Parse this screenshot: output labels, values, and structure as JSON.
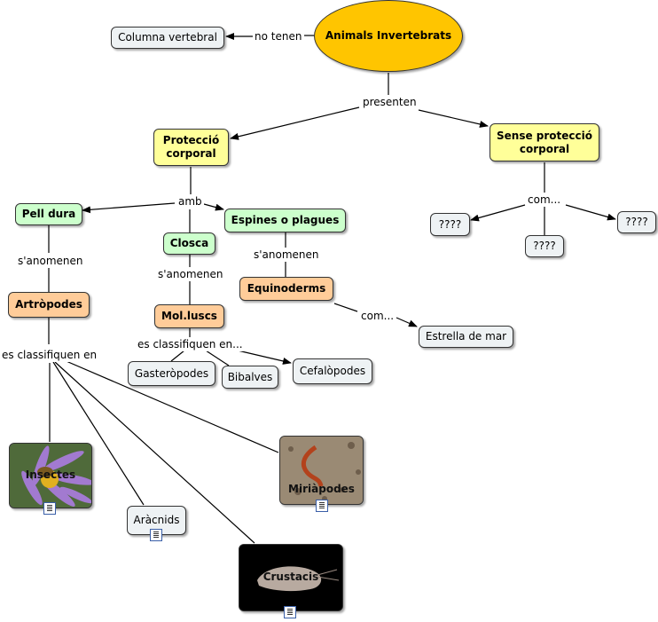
{
  "nodes": {
    "root": "Animals Invertebrats",
    "columna": "Columna vertebral",
    "proteccio": "Protecció corporal",
    "sense": "Sense protecció corporal",
    "q1": "????",
    "q2": "????",
    "q3": "????",
    "pell": "Pell dura",
    "closca": "Closca",
    "espines": "Espines o plagues",
    "artropodes": "Artròpodes",
    "molluscs": "Mol.luscs",
    "equinoderms": "Equinoderms",
    "estrella": "Estrella de mar",
    "gasteropodes": "Gasteròpodes",
    "bibalves": "Bibalves",
    "cefalopodes": "Cefalòpodes",
    "insectes": "Insectes",
    "miriapodes": "Miriàpodes",
    "aracnids": "Aràcnids",
    "crustacis": "Crustacis"
  },
  "links": {
    "no_tenen": "no tenen",
    "presenten": "presenten",
    "com1": "com...",
    "amb": "amb",
    "sanomenen1": "s'anomenen",
    "sanomenen2": "s'anomenen",
    "sanomenen3": "s'anomenen",
    "com2": "com...",
    "es_classifiquen_en_dots": "es classifiquen en...",
    "es_classifiquen_en": "es classifiquen en"
  },
  "colors": {
    "root": "#ffc500",
    "yellow": "#ffff99",
    "green": "#ccffcc",
    "orange": "#ffcc99",
    "plain": "#eef2f4"
  },
  "icons": [
    "document-icon"
  ]
}
